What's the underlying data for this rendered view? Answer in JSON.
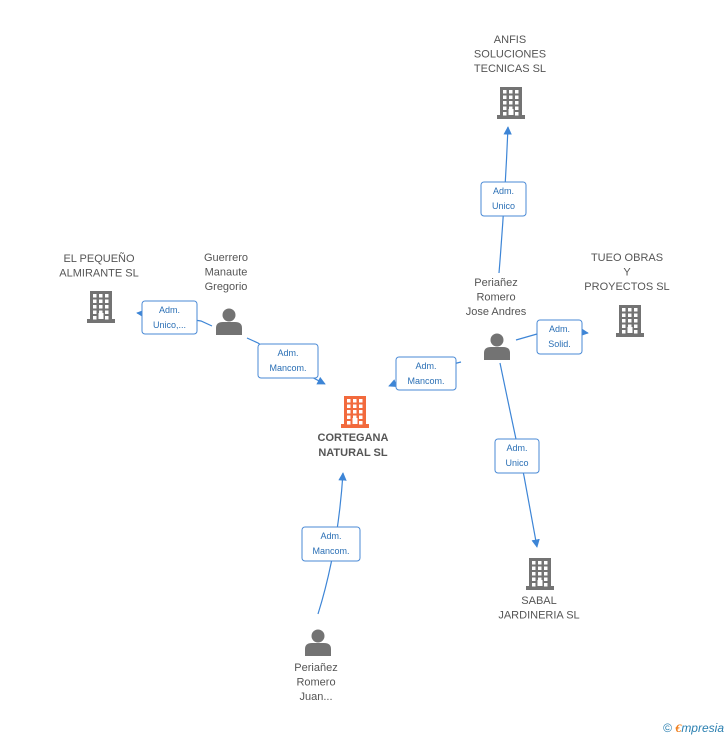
{
  "colors": {
    "company": "#737373",
    "company_main": "#f26a3d",
    "person": "#737373",
    "edge": "#3d85d6",
    "edge_text": "#2a6fb5"
  },
  "nodes": [
    {
      "id": "cortegana",
      "type": "company",
      "main": true,
      "lines": [
        "CORTEGANA",
        "NATURAL SL"
      ]
    },
    {
      "id": "anfis",
      "type": "company",
      "lines": [
        "ANFIS",
        "SOLUCIONES",
        "TECNICAS SL"
      ]
    },
    {
      "id": "pequeno",
      "type": "company",
      "lines": [
        "EL PEQUEÑO",
        "ALMIRANTE  SL"
      ]
    },
    {
      "id": "tueo",
      "type": "company",
      "lines": [
        "TUEO OBRAS",
        "Y",
        "PROYECTOS SL"
      ]
    },
    {
      "id": "sabal",
      "type": "company",
      "lines": [
        "SABAL",
        "JARDINERIA SL"
      ]
    },
    {
      "id": "guerrero",
      "type": "person",
      "lines": [
        "Guerrero",
        "Manaute",
        "Gregorio"
      ]
    },
    {
      "id": "jose",
      "type": "person",
      "lines": [
        "Periañez",
        "Romero",
        "Jose Andres"
      ]
    },
    {
      "id": "juan",
      "type": "person",
      "lines": [
        "Periañez",
        "Romero",
        "Juan..."
      ]
    }
  ],
  "edges": [
    {
      "id": "guerrero-pequeno",
      "lines": [
        "Adm.",
        "Unico,..."
      ]
    },
    {
      "id": "guerrero-cortegana",
      "lines": [
        "Adm.",
        "Mancom."
      ]
    },
    {
      "id": "jose-cortegana",
      "lines": [
        "Adm.",
        "Mancom."
      ]
    },
    {
      "id": "jose-anfis",
      "lines": [
        "Adm.",
        "Unico"
      ]
    },
    {
      "id": "jose-tueo",
      "lines": [
        "Adm.",
        "Solid."
      ]
    },
    {
      "id": "jose-sabal",
      "lines": [
        "Adm.",
        "Unico"
      ]
    },
    {
      "id": "juan-cortegana",
      "lines": [
        "Adm.",
        "Mancom."
      ]
    }
  ],
  "footer": {
    "copyright": "©",
    "brand_initial": "€",
    "brand_rest": "mpresia"
  }
}
